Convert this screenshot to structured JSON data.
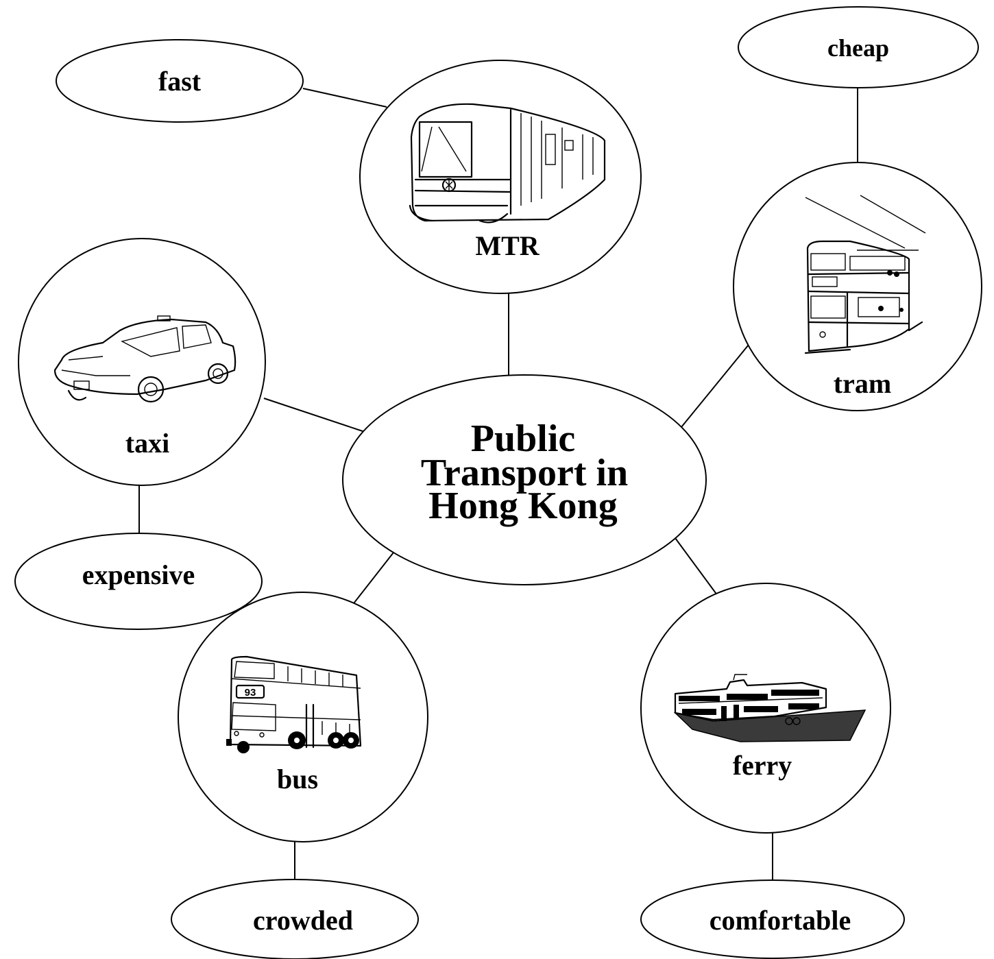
{
  "center": {
    "lines": [
      "Public",
      "Transport in",
      "Hong Kong"
    ]
  },
  "nodes": {
    "mtr": {
      "label": "MTR",
      "illustration": "mtr-train-icon"
    },
    "tram": {
      "label": "tram",
      "illustration": "double-decker-tram-icon"
    },
    "taxi": {
      "label": "taxi",
      "illustration": "taxi-car-icon"
    },
    "bus": {
      "label": "bus",
      "illustration": "double-decker-bus-icon",
      "route_number": "93"
    },
    "ferry": {
      "label": "ferry",
      "illustration": "star-ferry-icon"
    }
  },
  "adjectives": {
    "fast": "fast",
    "cheap": "cheap",
    "expensive": "expensive",
    "crowded": "crowded",
    "comfortable": "comfortable"
  },
  "colors": {
    "stroke": "#000000",
    "background": "#ffffff"
  }
}
